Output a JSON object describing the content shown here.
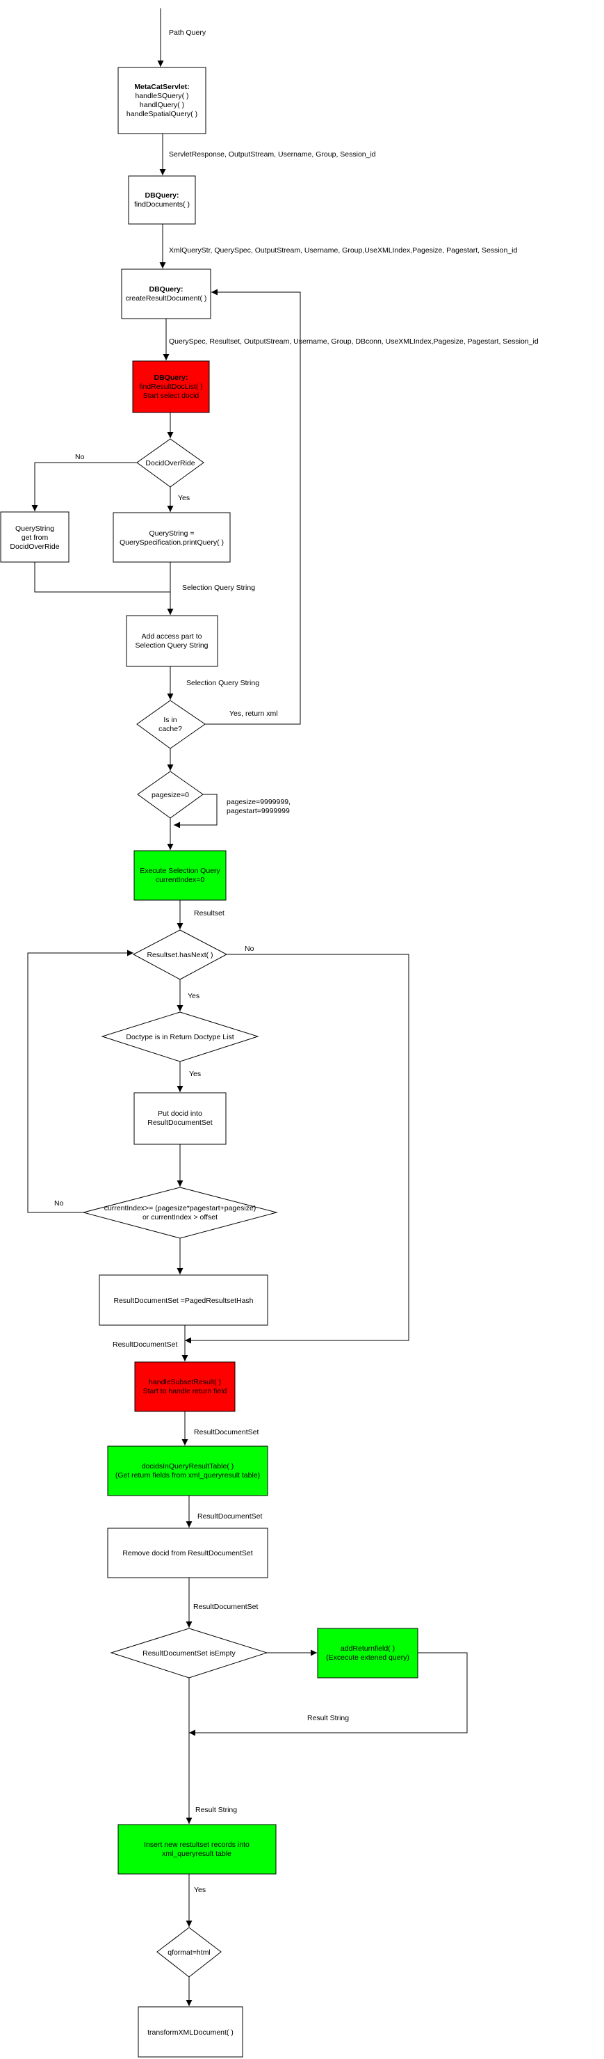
{
  "nodes": {
    "metacat_servlet": {
      "title": "MetaCatServlet:",
      "lines": [
        "handleSQuery( )",
        "handlQuery( )",
        "handleSpatialQuery( )"
      ]
    },
    "dbquery_find": {
      "title": "DBQuery:",
      "lines": [
        "findDocuments( )"
      ]
    },
    "dbquery_create": {
      "title": "DBQuery:",
      "lines": [
        "createResultDocument( )"
      ]
    },
    "dbquery_find_result": {
      "title": "DBQuery:",
      "lines": [
        "findResultDocList( )",
        "Start select docid"
      ],
      "color": "#ff0000"
    },
    "docid_override": {
      "lines": [
        "DocidOverRide"
      ]
    },
    "querystring_from_override": {
      "lines": [
        "QueryString",
        "get from",
        "DocidOverRide"
      ]
    },
    "querystring_print": {
      "lines": [
        "QueryString =",
        "QuerySpecification.printQuery( )"
      ]
    },
    "add_access": {
      "lines": [
        "Add access part to",
        "Selection Query String"
      ]
    },
    "is_in_cache": {
      "lines": [
        "Is in",
        "cache?"
      ]
    },
    "pagesize_zero": {
      "lines": [
        "pagesize=0"
      ]
    },
    "execute_query": {
      "lines": [
        "Execute Selection Query",
        "currentIndex=0"
      ],
      "color": "#00ff00"
    },
    "resultset_hasnext": {
      "lines": [
        "Resultset.hasNext( )"
      ]
    },
    "doctype_in_list": {
      "lines": [
        "Doctype is in Return Doctype List"
      ]
    },
    "put_docid": {
      "lines": [
        "Put docid into",
        "ResultDocumentSet"
      ]
    },
    "current_index_check": {
      "lines": [
        "currentIndex>= (pagesize*pagestart+pagesize)",
        "or currentIndex > offset"
      ]
    },
    "paged_resultset": {
      "lines": [
        "ResultDocumentSet =PagedResultsetHash"
      ]
    },
    "handle_subset": {
      "lines": [
        "handleSubsetResult( )",
        "Start to handle return field"
      ],
      "color": "#ff0000"
    },
    "docids_in_table": {
      "lines": [
        "docidsInQueryResultTable( )",
        "(Get return fields from xml_queryresult table)"
      ],
      "color": "#00ff00"
    },
    "remove_docid": {
      "lines": [
        "Remove docid from ResultDocumentSet"
      ]
    },
    "resultdocset_empty": {
      "lines": [
        "ResultDocumentSet isEmpty"
      ]
    },
    "add_return_field": {
      "lines": [
        "addReturnfield( )",
        "(Excecute extened query)"
      ],
      "color": "#00ff00"
    },
    "insert_records": {
      "lines": [
        "Insert new restultset records into",
        "xml_queryresult table"
      ],
      "color": "#00ff00"
    },
    "qformat_html": {
      "lines": [
        "qformat=html"
      ]
    },
    "transform_xml": {
      "lines": [
        "transformXMLDocument( )"
      ]
    }
  },
  "edge_labels": {
    "path_query": "Path Query",
    "servlet_params": "ServletResponse, OutputStream,  Username, Group, Session_id",
    "find_params": "XmlQueryStr, QuerySpec, OutputStream, Username, Group,UseXMLIndex,Pagesize, Pagestart, Session_id",
    "create_params": "QuerySpec, Resultset, OutputStream, Username, Group, DBconn, UseXMLIndex,Pagesize, Pagestart, Session_id",
    "override_no": "No",
    "override_yes": "Yes",
    "selection_query_1": "Selection Query String",
    "selection_query_2": "Selection Query String",
    "cache_yes": "Yes, return xml",
    "pagesize_params": [
      "pagesize=9999999,",
      "pagestart=9999999"
    ],
    "resultset": "Resultset",
    "hasnext_no": "No",
    "hasnext_yes": "Yes",
    "doctype_yes": "Yes",
    "index_no": "No",
    "result_doc_set_1": "ResultDocumentSet",
    "result_doc_set_2": "ResultDocumentSet",
    "result_doc_set_3": "ResultDocumentSet",
    "result_doc_set_4": "ResultDocumentSet",
    "result_string_1": "Result String",
    "result_string_2": "Result String",
    "insert_yes": "Yes"
  }
}
